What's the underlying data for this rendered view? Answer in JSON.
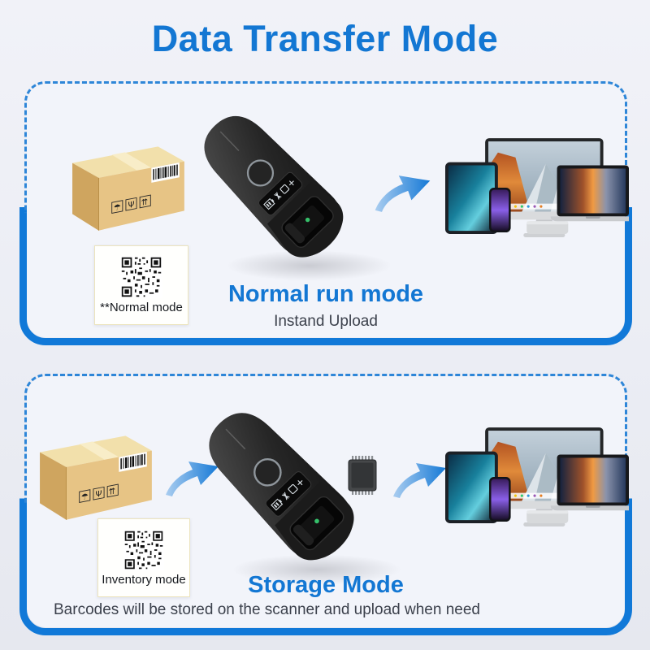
{
  "title": "Data Transfer Mode",
  "panels": [
    {
      "name": "Normal run mode panel",
      "mode_title": "Normal run mode",
      "subtitle": "Instand Upload",
      "qr_label": "**Normal mode"
    },
    {
      "name": "Storage Mode panel",
      "mode_title": "Storage Mode",
      "subtitle": "Barcodes will be stored on the scanner and upload when need",
      "qr_label": "Inventory mode"
    }
  ],
  "icons": {
    "box": "cardboard-box",
    "scanner": "barcode-scanner",
    "arrow": "transfer-arrow",
    "devices": "computer-devices",
    "qr": "qr-code",
    "chip": "memory-chip"
  },
  "colors": {
    "title_blue": "#1377d3",
    "dashed_border": "#2e86d8",
    "solid_border": "#1179d8",
    "arrow_blue": "#1579d6",
    "page_background": "#ebedf4",
    "subtitle_gray": "#3c414c",
    "box_tan": "#e7c485"
  }
}
